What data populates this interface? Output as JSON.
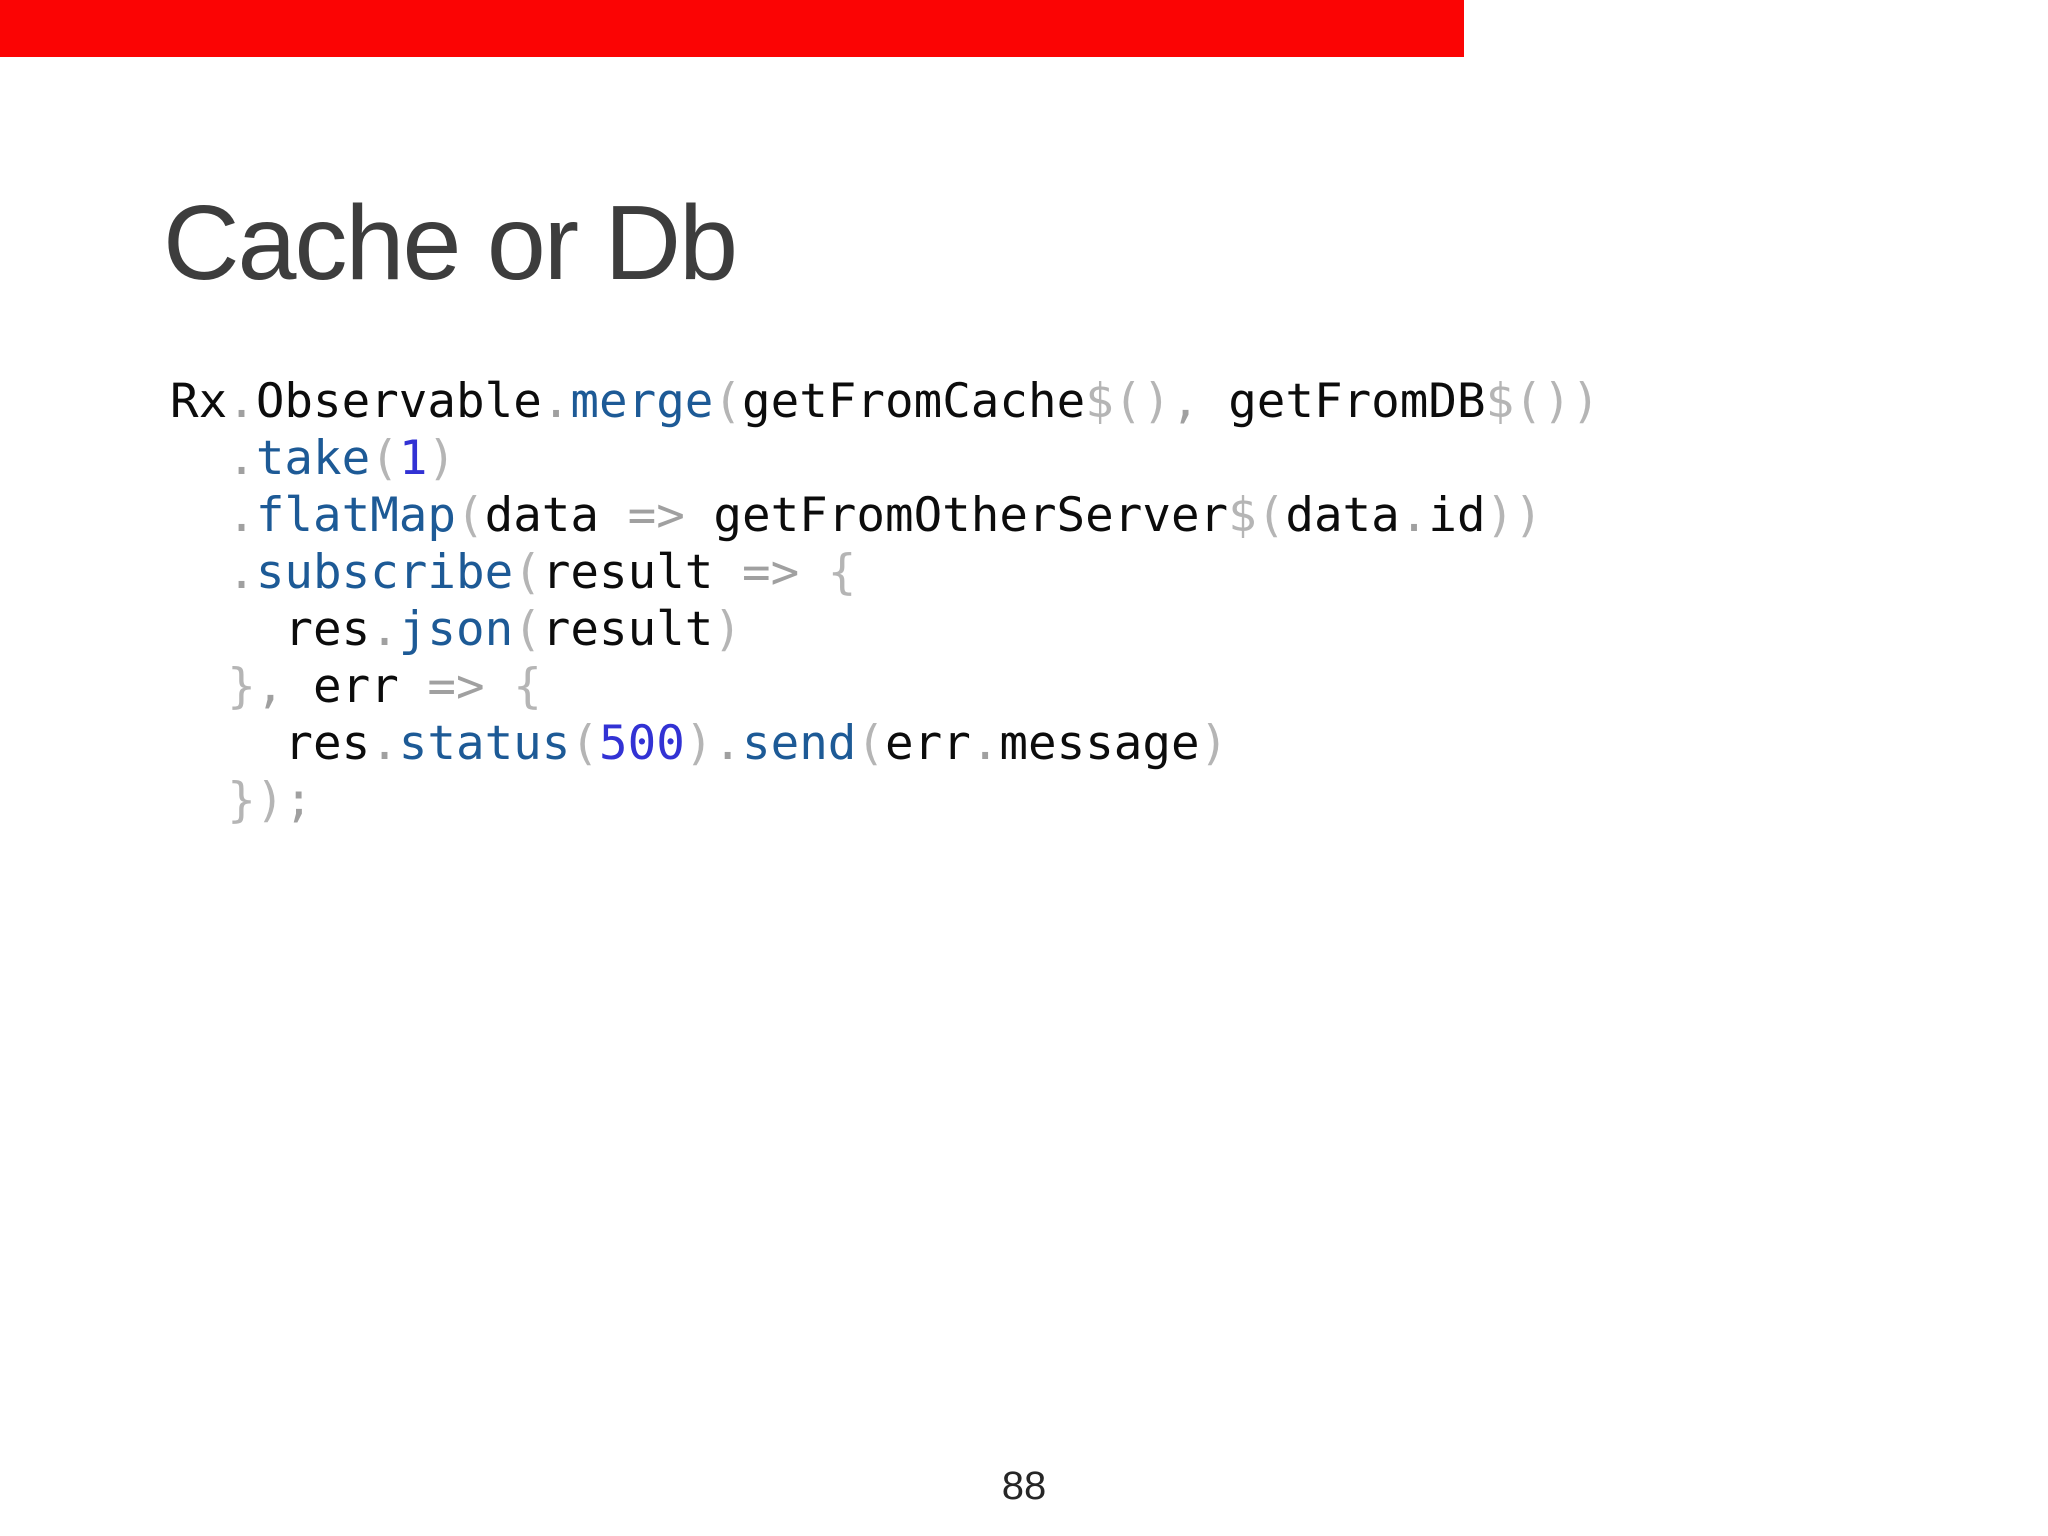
{
  "slide": {
    "title": "Cache or Db",
    "page_number": "88",
    "background_color": "#ffffff",
    "title_color": "#3d3d3d",
    "page_number_color": "#262626"
  },
  "progress_bar": {
    "color": "#fb0404",
    "progress_percent": 71.5
  },
  "code": {
    "token_colors": {
      "plain": "#0c0c0c",
      "method": "#1d5a96",
      "number": "#3232d4",
      "punct": "#a0a0a0",
      "paren": "#b5b5b5"
    },
    "lines": [
      [
        [
          "plain",
          "Rx"
        ],
        [
          "punct",
          "."
        ],
        [
          "plain",
          "Observable"
        ],
        [
          "punct",
          "."
        ],
        [
          "method",
          "merge"
        ],
        [
          "paren",
          "("
        ],
        [
          "plain",
          "getFromCache"
        ],
        [
          "paren",
          "$()"
        ],
        [
          "punct",
          ", "
        ],
        [
          "plain",
          "getFromDB"
        ],
        [
          "paren",
          "$()"
        ],
        [
          "paren",
          ")"
        ]
      ],
      [
        [
          "plain",
          "  "
        ],
        [
          "punct",
          "."
        ],
        [
          "method",
          "take"
        ],
        [
          "paren",
          "("
        ],
        [
          "number",
          "1"
        ],
        [
          "paren",
          ")"
        ]
      ],
      [
        [
          "plain",
          "  "
        ],
        [
          "punct",
          "."
        ],
        [
          "method",
          "flatMap"
        ],
        [
          "paren",
          "("
        ],
        [
          "plain",
          "data"
        ],
        [
          "punct",
          " => "
        ],
        [
          "plain",
          "getFromOtherServer"
        ],
        [
          "paren",
          "$("
        ],
        [
          "plain",
          "data"
        ],
        [
          "punct",
          "."
        ],
        [
          "plain",
          "id"
        ],
        [
          "paren",
          "))"
        ]
      ],
      [
        [
          "plain",
          "  "
        ],
        [
          "punct",
          "."
        ],
        [
          "method",
          "subscribe"
        ],
        [
          "paren",
          "("
        ],
        [
          "plain",
          "result"
        ],
        [
          "punct",
          " => "
        ],
        [
          "paren",
          "{"
        ]
      ],
      [
        [
          "plain",
          "    res"
        ],
        [
          "punct",
          "."
        ],
        [
          "method",
          "json"
        ],
        [
          "paren",
          "("
        ],
        [
          "plain",
          "result"
        ],
        [
          "paren",
          ")"
        ]
      ],
      [
        [
          "plain",
          "  "
        ],
        [
          "paren",
          "}"
        ],
        [
          "punct",
          ", "
        ],
        [
          "plain",
          "err"
        ],
        [
          "punct",
          " => "
        ],
        [
          "paren",
          "{"
        ]
      ],
      [
        [
          "plain",
          "    res"
        ],
        [
          "punct",
          "."
        ],
        [
          "method",
          "status"
        ],
        [
          "paren",
          "("
        ],
        [
          "number",
          "500"
        ],
        [
          "paren",
          ")"
        ],
        [
          "punct",
          "."
        ],
        [
          "method",
          "send"
        ],
        [
          "paren",
          "("
        ],
        [
          "plain",
          "err"
        ],
        [
          "punct",
          "."
        ],
        [
          "plain",
          "message"
        ],
        [
          "paren",
          ")"
        ]
      ],
      [
        [
          "plain",
          "  "
        ],
        [
          "paren",
          "})"
        ],
        [
          "punct",
          ";"
        ]
      ]
    ]
  }
}
